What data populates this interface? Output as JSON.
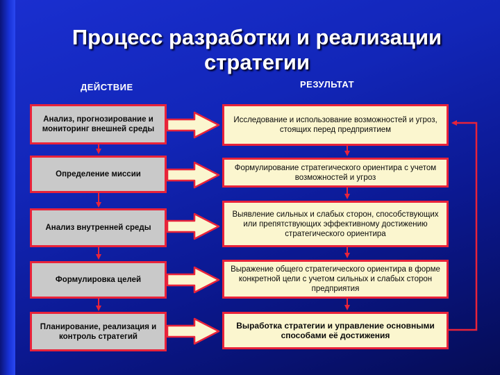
{
  "title_line1": "Процесс разработки и реализации",
  "title_line2": "стратегии",
  "col_action": "ДЕЙСТВИЕ",
  "col_result": "РЕЗУЛЬТАТ",
  "actions": [
    "Анализ, прогнозирование и мониторинг внешней среды",
    "Определение миссии",
    "Анализ внутренней среды",
    "Формулировка целей",
    "Планирование, реализация и контроль стратегий"
  ],
  "results": [
    "Исследование и использование возможностей и угроз, стоящих перед предприятием",
    "Формулирование стратегического ориентира с учетом возможностей и угроз",
    "Выявление сильных и слабых сторон, способствующих или препятствующих эффективному достижению стратегического ориентира",
    "Выражение общего стратегического ориентира в форме конкретной цели с учетом сильных и слабых сторон предприятия",
    "Выработка стратегии и управление основными способами её достижения"
  ],
  "colors": {
    "arrow_fill": "#fbf6cf",
    "arrow_stroke": "#e8233a",
    "left_box": "#c9c9c9",
    "right_box": "#fbf6cf"
  }
}
